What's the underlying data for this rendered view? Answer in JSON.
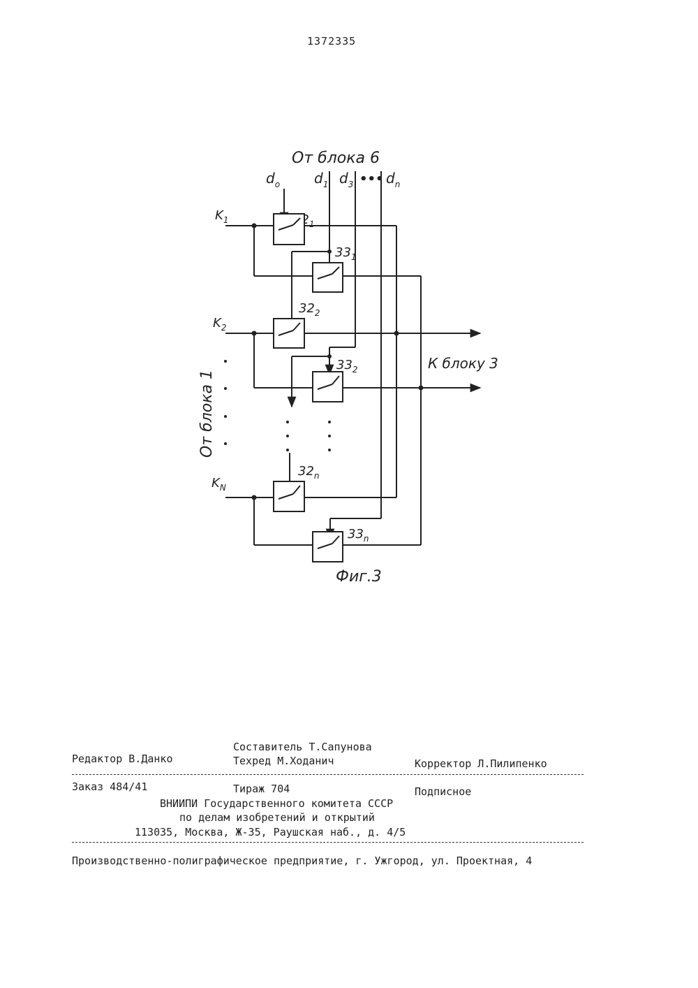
{
  "patent_number": "1372335",
  "figure": {
    "top_label": "От блока 6",
    "left_label": "От блока 1",
    "right_label": "К блоку 3",
    "caption": "Фиг.3",
    "inputs_top": [
      {
        "main": "d",
        "sub": "o"
      },
      {
        "main": "d",
        "sub": "1"
      },
      {
        "main": "d",
        "sub": "3"
      },
      {
        "main": "d",
        "sub": "n"
      }
    ],
    "inputs_left": [
      {
        "main": "K",
        "sub": "1"
      },
      {
        "main": "K",
        "sub": "2"
      },
      {
        "main": "K",
        "sub": "N"
      }
    ],
    "switches": [
      {
        "main": "32",
        "sub": "1"
      },
      {
        "main": "33",
        "sub": "1"
      },
      {
        "main": "32",
        "sub": "2"
      },
      {
        "main": "33",
        "sub": "2"
      },
      {
        "main": "32",
        "sub": "n"
      },
      {
        "main": "33",
        "sub": "n"
      }
    ],
    "ellipsis": "•••"
  },
  "imprint": {
    "compiler": "Составитель Т.Сапунова",
    "editor": "Редактор В.Данко",
    "techred": "Техред М.Ходанич",
    "corrector": "Корректор Л.Пилипенко",
    "order": "Заказ 484/41",
    "circulation": "Тираж 704",
    "subscription": "Подписное",
    "org_line1": "ВНИИПИ Государственного комитета СССР",
    "org_line2": "по делам изобретений и открытий",
    "org_line3": "113035, Москва, Ж-35, Раушская наб., д. 4/5",
    "printer": "Производственно-полиграфическое предприятие, г. Ужгород, ул. Проектная, 4"
  }
}
